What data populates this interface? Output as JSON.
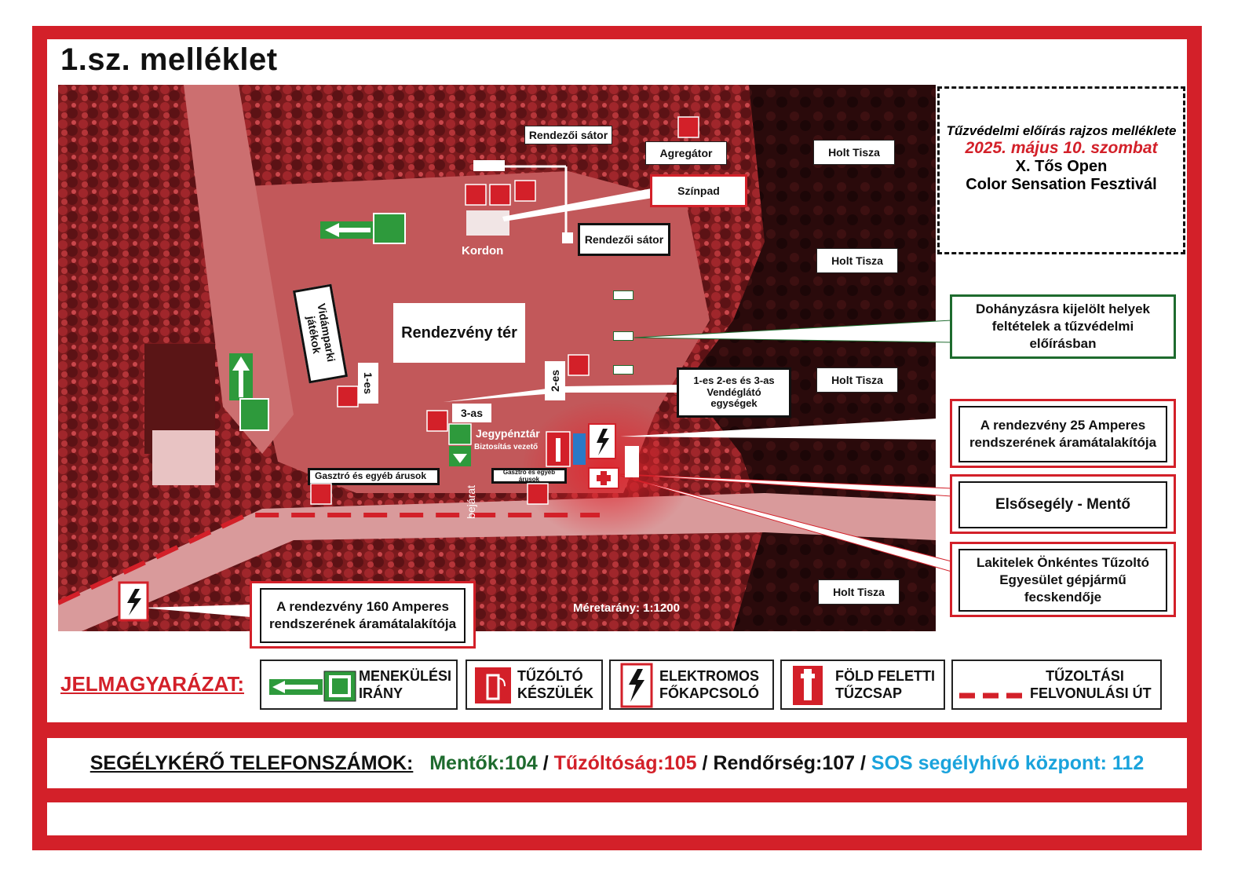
{
  "title": "1.sz. melléklet",
  "info_box": {
    "line1": "Tűzvédelmi előírás rajzos melléklete",
    "line2": "2025. május 10. szombat",
    "line3": "X. Tős Open",
    "line4": "Color Sensation Fesztivál"
  },
  "map_labels": {
    "rendezoi_sator_top": "Rendezői sátor",
    "agregator": "Agregátor",
    "szinpad": "Színpad",
    "rendezoi_sator_mid": "Rendezői sátor",
    "kordon": "Kordon",
    "holt_tisza_1": "Holt Tisza",
    "holt_tisza_2": "Holt Tisza",
    "holt_tisza_3": "Holt Tisza",
    "holt_tisza_4": "Holt Tisza",
    "vidamparki": "Vidámparki játékok",
    "rendezveny_ter": "Rendezvény tér",
    "egyes": "1-es",
    "kettes": "2-es",
    "harmas": "3-as",
    "vendeglato": "1-es 2-es és 3-as Vendéglátó egységek",
    "jegypenztar": "Jegypénztár",
    "biztositas": "Biztosítás vezető",
    "gasztro_left": "Gasztró és egyéb árusok",
    "gasztro_right": "Gasztró és egyéb árusok",
    "bejarat": "bejárat",
    "meretarany": "Méretarány: 1:1200"
  },
  "callouts": {
    "dohanyzas": "Dohányzásra kijelölt helyek feltételek a tűzvédelmi előírásban",
    "amper25": "A rendezvény 25 Amperes rendszerének áramátalakítója",
    "elsosegely": "Elsősegély - Mentő",
    "lakitelek": "Lakitelek Önkéntes Tűzoltó Egyesület gépjármű fecskendője",
    "amper160": "A rendezvény 160 Amperes rendszerének áramátalakítója"
  },
  "legend": {
    "title": "JELMAGYARÁZAT:",
    "items": [
      {
        "icon": "evacuation-arrow-icon",
        "line1": "MENEKÜLÉSI",
        "line2": "IRÁNY"
      },
      {
        "icon": "fire-extinguisher-icon",
        "line1": "TŰZÓLTÓ",
        "line2": "KÉSZÜLÉK"
      },
      {
        "icon": "electric-switch-icon",
        "line1": "ELEKTROMOS",
        "line2": "FŐKAPCSOLÓ"
      },
      {
        "icon": "fire-hydrant-icon",
        "line1": "FÖLD FELETTI",
        "line2": "TŰZCSAP"
      },
      {
        "icon": "fire-route-dash-icon",
        "line1": "TŰZOLTÁSI",
        "line2": "FELVONULÁSI ÚT"
      }
    ]
  },
  "phones": {
    "label": "SEGÉLYKÉRŐ TELEFONSZÁMOK:",
    "mentok": "Mentők:104",
    "sep1": " / ",
    "tuzoltosag": "Tűzóltóság:105",
    "sep2": " / ",
    "rendorseg": "Rendőrség:107",
    "sep3": " / ",
    "sos": "SOS segélyhívó központ: 112"
  },
  "colors": {
    "frame_red": "#d32029",
    "green": "#1e6b2e",
    "blue": "#1aa3dc",
    "map_red": "#b8282c"
  }
}
